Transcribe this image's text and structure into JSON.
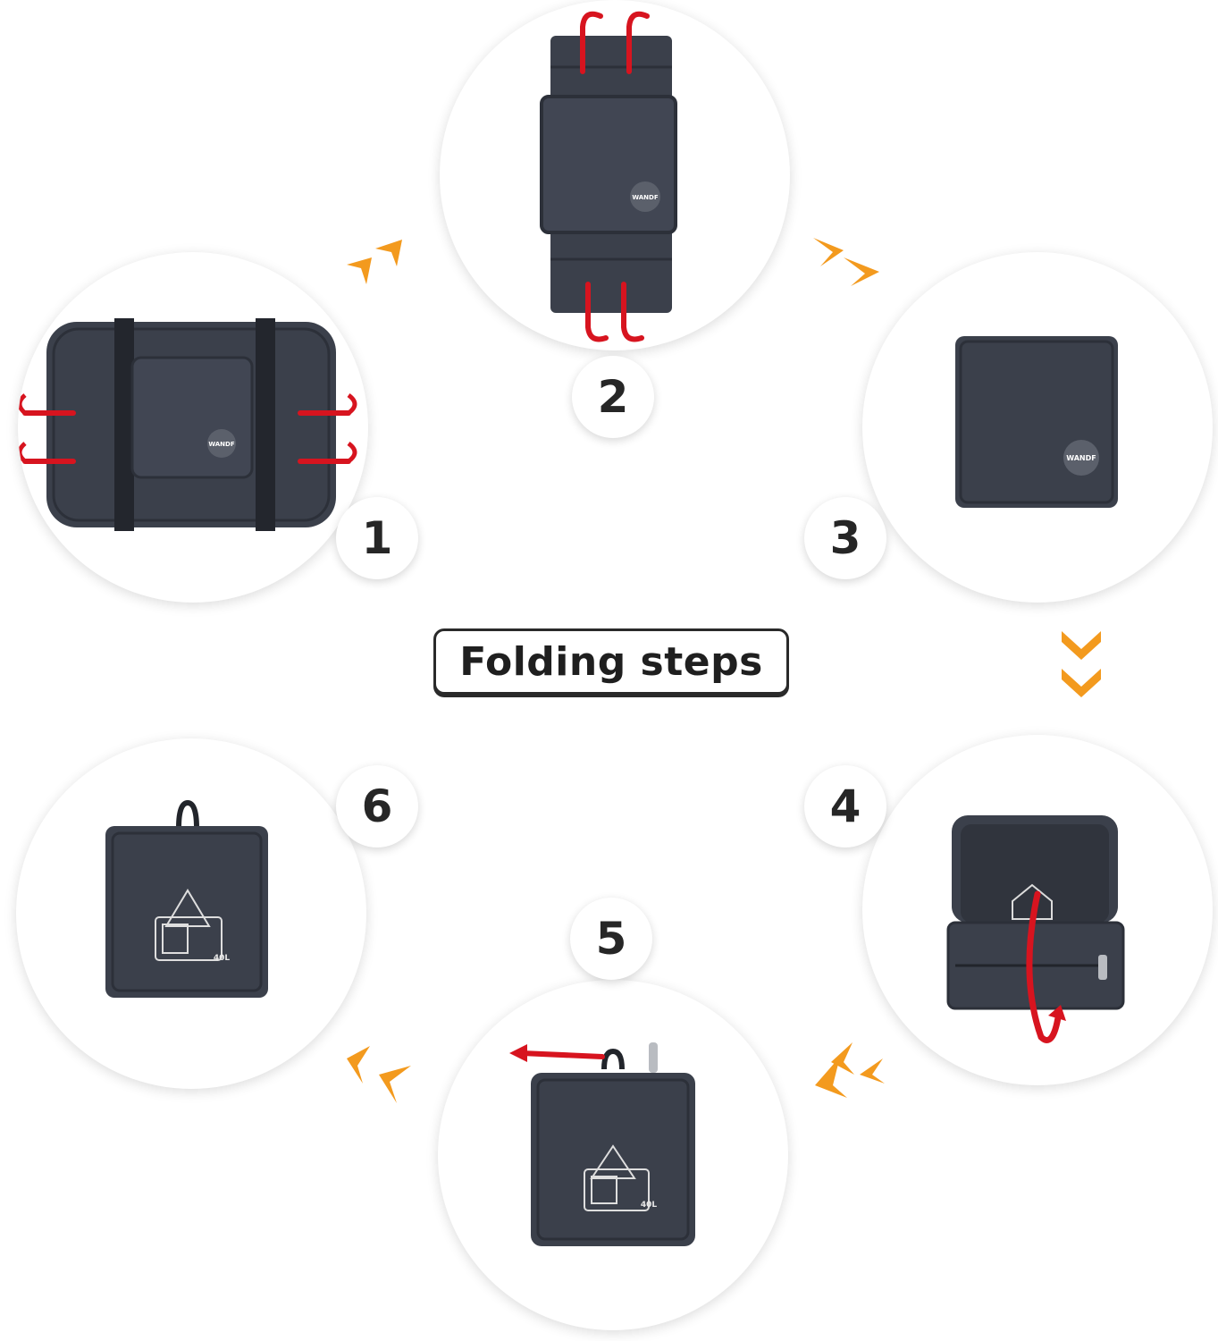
{
  "title": "Folding steps",
  "colors": {
    "bag": "#3b404b",
    "bag_dark": "#2c3039",
    "arrow_red": "#d7141f",
    "chevron_orange": "#f39a1e",
    "badge_text": "#262626"
  },
  "steps": [
    {
      "number": "1",
      "icon": "flat-tote-bag-icon",
      "bag_label": "WANDF"
    },
    {
      "number": "2",
      "icon": "folded-strip-bag-icon",
      "bag_label": "WANDF"
    },
    {
      "number": "3",
      "icon": "folded-square-bag-icon",
      "bag_label": "WANDF"
    },
    {
      "number": "4",
      "icon": "pouch-flip-icon",
      "bag_label": ""
    },
    {
      "number": "5",
      "icon": "zipped-pouch-icon",
      "bag_label": "40L"
    },
    {
      "number": "6",
      "icon": "finished-pouch-icon",
      "bag_label": "40L"
    }
  ]
}
